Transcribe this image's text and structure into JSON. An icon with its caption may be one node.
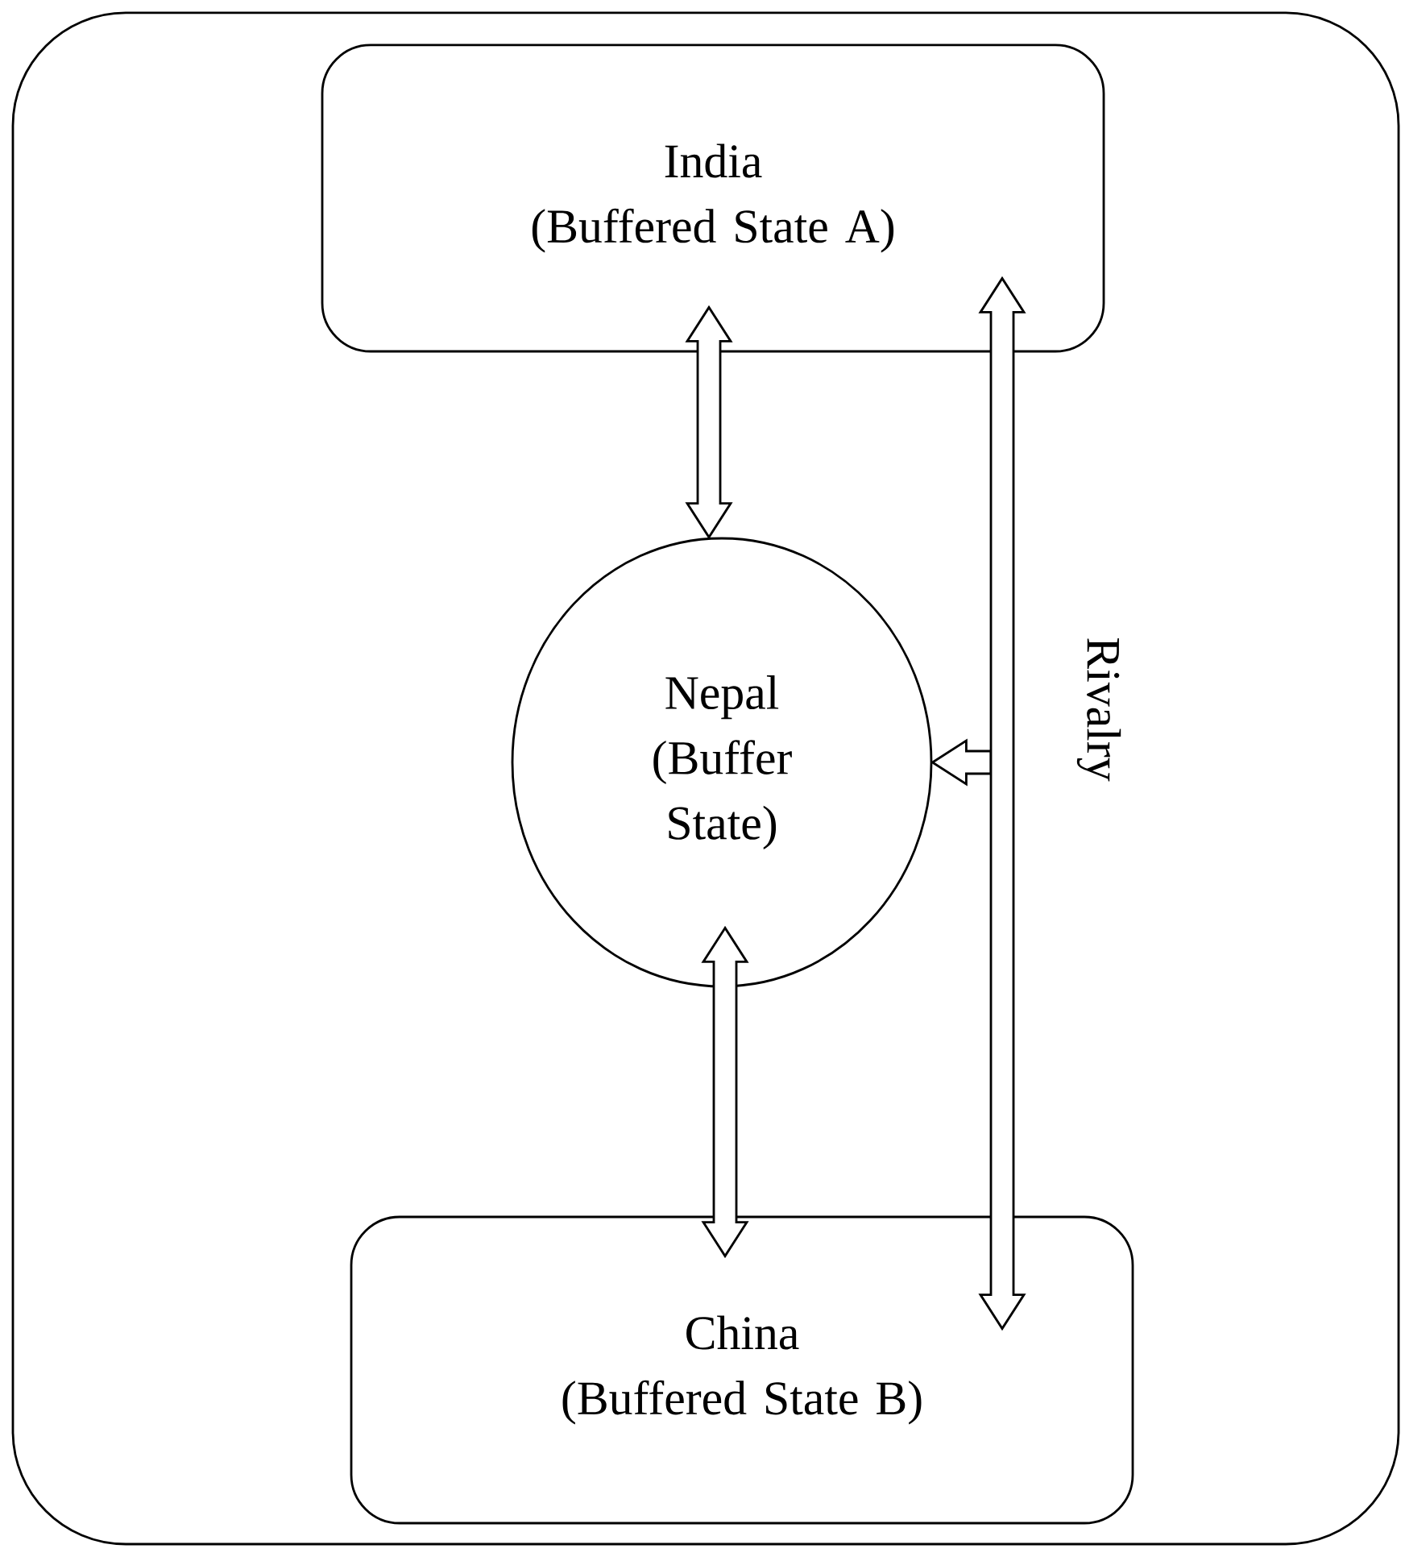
{
  "diagram": {
    "nodes": [
      {
        "text": [
          "India",
          "(Buffered State A)"
        ]
      },
      {
        "text": [
          "Nepal",
          "(Buffer State)"
        ]
      },
      {
        "text": [
          "China",
          "(Buffered State B)"
        ]
      }
    ],
    "edges": [
      {
        "from": 0,
        "to": 1,
        "arrow": "both"
      },
      {
        "from": 1,
        "to": 2,
        "arrow": "both"
      },
      {
        "from": 0,
        "to": 2,
        "arrow": "both",
        "label": "Rivalry"
      },
      {
        "from": null,
        "to": 1,
        "arrow": "to"
      }
    ]
  }
}
